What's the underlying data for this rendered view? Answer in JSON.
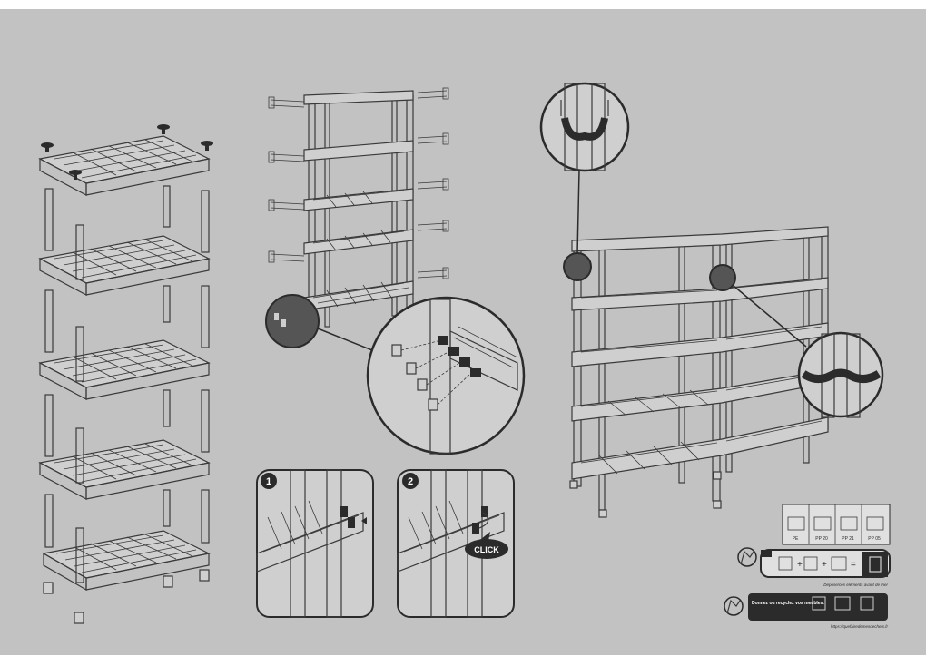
{
  "colors": {
    "paper": "#c2c2c2",
    "ink": "#3a3a3a",
    "dark": "#2b2b2b"
  },
  "steps": [
    {
      "number": "1"
    },
    {
      "number": "2",
      "callout": "CLICK"
    }
  ],
  "recycling": {
    "materials": [
      {
        "name": "PE",
        "code": "PE"
      },
      {
        "name": "PP 20",
        "code": "PP"
      },
      {
        "name": "PP 21",
        "code": "PP"
      },
      {
        "name": "PP 05",
        "code": "PP"
      }
    ],
    "tri_label": "Dépose/ces éléments avant de trier",
    "give_text": "Donnez ou recyclez vos meubles.",
    "url": "https://quefairedemesdechets.fr"
  }
}
